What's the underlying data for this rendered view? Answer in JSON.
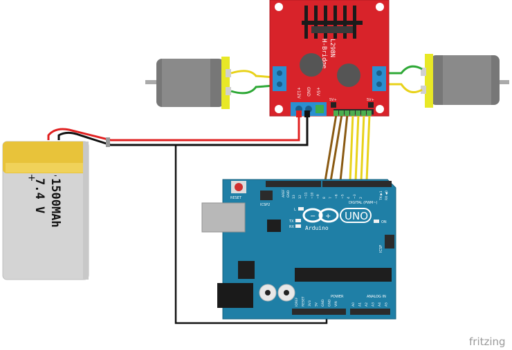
{
  "driver": {
    "name": "L298N",
    "subtitle": "H-Bridge",
    "pin_labels": [
      "+12V",
      "GND",
      "+5V"
    ],
    "jumper_labels": [
      "5V+",
      "5V+"
    ],
    "colors": {
      "board": "#d8232a",
      "heatsink": "#1b1b1b",
      "capacitor": "#555555",
      "terminal": "#2a8fd0"
    }
  },
  "battery": {
    "voltage": "7.4 V",
    "capacity": "1500MAh",
    "plus": "+",
    "minus": "-",
    "colors": {
      "label": "#e8c33a",
      "body": "#d4d4d4"
    }
  },
  "arduino": {
    "brand": "Arduino",
    "model": "UNO",
    "reset": "RESET",
    "icsp": "ICSP",
    "icsp2": "ICSP2",
    "led_l": "L",
    "led_tx": "TX",
    "led_rx": "RX",
    "on": "ON",
    "digital": "DIGITAL (PWM~)",
    "power": "POWER",
    "analog": "ANALOG IN",
    "txrx": "TX ▶1",
    "rx": "RX ◀0",
    "aref": "AREF",
    "gnd": "GND",
    "digital_pins": [
      "13",
      "12",
      "~11",
      "~10",
      "~9",
      "8",
      "7",
      "~6",
      "~5",
      "4",
      "~3",
      "2"
    ],
    "power_pins": [
      "IOREF",
      "RESET",
      "3V3",
      "5V",
      "GND",
      "GND",
      "VIN"
    ],
    "analog_pins": [
      "A0",
      "A1",
      "A2",
      "A3",
      "A4",
      "A5"
    ],
    "colors": {
      "board": "#1f7fa6",
      "header": "#2b2b2b"
    }
  },
  "motors": {
    "count": 2,
    "colors": {
      "body": "#777777",
      "end": "#e8e826"
    }
  },
  "wires": {
    "colors": {
      "red": "#e02020",
      "black": "#111111",
      "brown": "#8a5a12",
      "yellow": "#e8d21a",
      "green": "#2ea836"
    }
  },
  "watermark": "fritzing"
}
